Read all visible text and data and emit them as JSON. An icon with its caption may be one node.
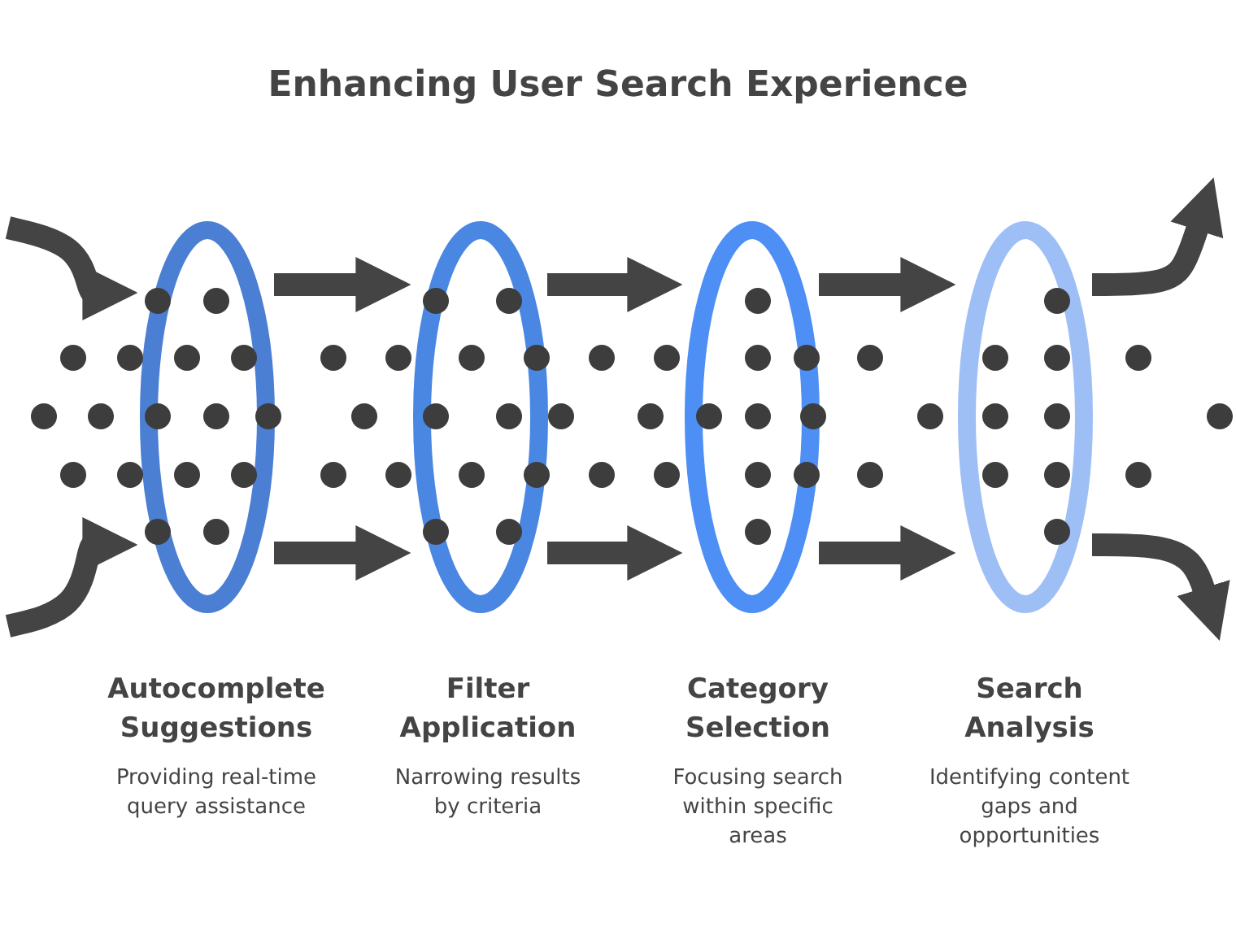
{
  "diagram": {
    "title": "Enhancing User Search Experience",
    "nodes": [
      {
        "text": [],
        "shape": "ellipse",
        "beside": [
          "Autocomplete Suggestions",
          "Providing real-time query assistance"
        ]
      },
      {
        "text": [],
        "shape": "ellipse",
        "beside": [
          "Filter Application",
          "Narrowing results by criteria"
        ]
      },
      {
        "text": [],
        "shape": "ellipse",
        "beside": [
          "Category Selection",
          "Focusing search within specific areas"
        ]
      },
      {
        "text": [],
        "shape": "ellipse",
        "beside": [
          "Search Analysis",
          "Identifying content gaps and opportunities"
        ]
      }
    ],
    "edges": [
      {
        "from": null,
        "to": 0,
        "arrow": "to"
      },
      {
        "from": null,
        "to": 0,
        "arrow": "to"
      },
      {
        "from": 0,
        "to": 1,
        "arrow": "to"
      },
      {
        "from": 0,
        "to": 1,
        "arrow": "to"
      },
      {
        "from": 1,
        "to": 2,
        "arrow": "to"
      },
      {
        "from": 1,
        "to": 2,
        "arrow": "to"
      },
      {
        "from": 2,
        "to": 3,
        "arrow": "to"
      },
      {
        "from": 2,
        "to": 3,
        "arrow": "to"
      },
      {
        "from": 3,
        "to": null,
        "arrow": "to"
      },
      {
        "from": 3,
        "to": null,
        "arrow": "to"
      }
    ]
  }
}
